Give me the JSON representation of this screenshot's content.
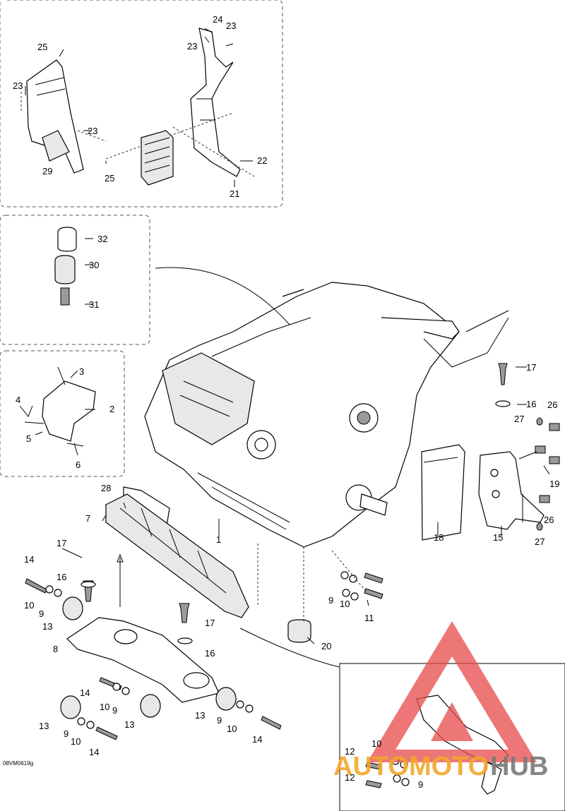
{
  "drawing_code": "08VM0619g",
  "watermark": {
    "word_a": "AUTOMOTO",
    "word_b": "HUB",
    "color_a": "#f2a82b",
    "color_b": "#7a7a7a",
    "logo_color": "#e84a4a"
  },
  "callouts": {
    "l1": "1",
    "l2": "2",
    "l3": "3",
    "l4": "4",
    "l5": "5",
    "l6": "6",
    "l7": "7",
    "l8": "8",
    "l9a": "9",
    "l9b": "9",
    "l9c": "9",
    "l9d": "9",
    "l9e": "9",
    "l9f": "9",
    "l10a": "10",
    "l10b": "10",
    "l10c": "10",
    "l10d": "10",
    "l10e": "10",
    "l10f": "10",
    "l11": "11",
    "l12a": "12",
    "l12b": "12",
    "l13a": "13",
    "l13b": "13",
    "l13c": "13",
    "l13d": "13",
    "l14a": "14",
    "l14b": "14",
    "l14c": "14",
    "l14d": "14",
    "l15": "15",
    "l16a": "16",
    "l16b": "16",
    "l16c": "16",
    "l17a": "17",
    "l17b": "17",
    "l17c": "17",
    "l18": "18",
    "l19": "19",
    "l20": "20",
    "l21": "21",
    "l22": "22",
    "l23a": "23",
    "l23b": "23",
    "l23c": "23",
    "l23d": "23",
    "l24": "24",
    "l25a": "25",
    "l25b": "25",
    "l26a": "26",
    "l26b": "26",
    "l27a": "27",
    "l27b": "27",
    "l28": "28",
    "l29": "29",
    "l30": "30",
    "l31": "31",
    "l32": "32"
  }
}
